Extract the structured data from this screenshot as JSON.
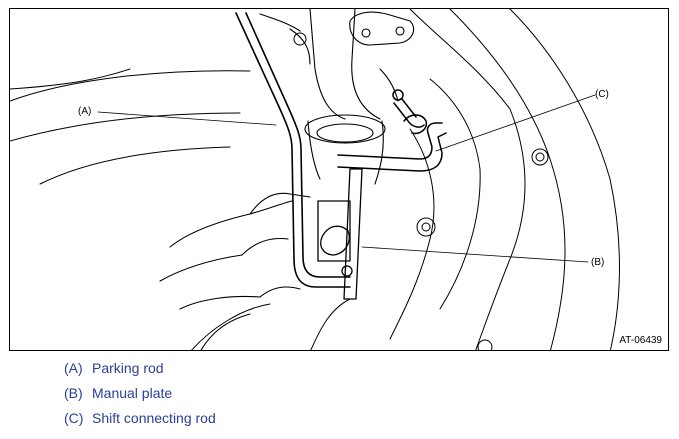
{
  "figure": {
    "id": "AT-06439",
    "callouts": {
      "a": "(A)",
      "b": "(B)",
      "c": "(C)"
    }
  },
  "legend": [
    {
      "key": "(A)",
      "label": "Parking rod"
    },
    {
      "key": "(B)",
      "label": "Manual plate"
    },
    {
      "key": "(C)",
      "label": "Shift connecting rod"
    }
  ],
  "colors": {
    "legend_text": "#2a3f9a",
    "line": "#000000"
  }
}
